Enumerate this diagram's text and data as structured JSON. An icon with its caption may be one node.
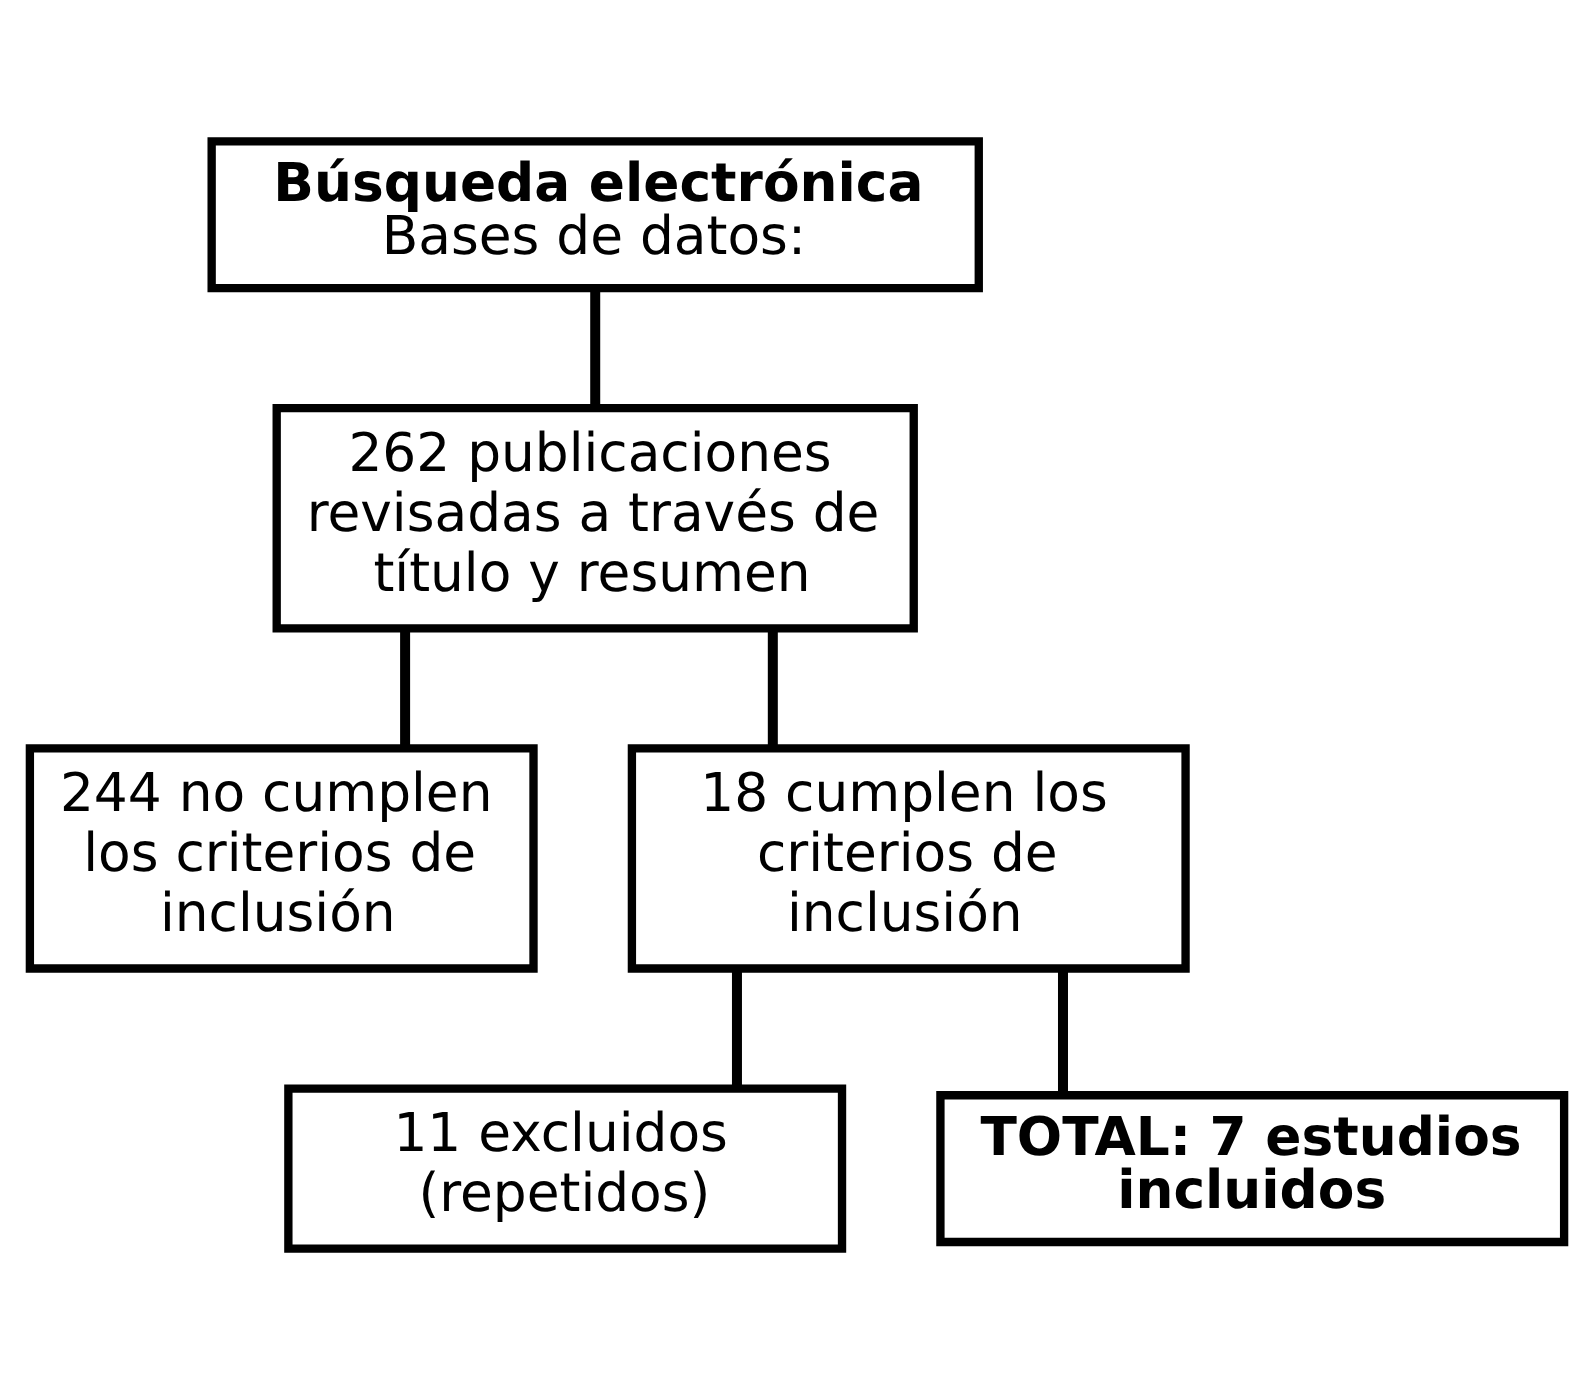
{
  "diagram": {
    "nodes": [
      {
        "text": [
          "Búsqueda electrónica",
          "Bases de datos:"
        ]
      },
      {
        "text": [
          "262 publicaciones revisadas a través de título y resumen"
        ]
      },
      {
        "text": [
          "244 no cumplen los criterios de inclusión"
        ]
      },
      {
        "text": [
          "18 cumplen los criterios de inclusión"
        ]
      },
      {
        "text": [
          "11 excluidos (repetidos)"
        ]
      },
      {
        "text": [
          "TOTAL: 7 estudios incluidos"
        ]
      }
    ],
    "edges": [
      {
        "from": 0,
        "to": 1,
        "arrow": "none"
      },
      {
        "from": 1,
        "to": 2,
        "arrow": "none"
      },
      {
        "from": 1,
        "to": 3,
        "arrow": "none"
      },
      {
        "from": 3,
        "to": 4,
        "arrow": "none"
      },
      {
        "from": 3,
        "to": 5,
        "arrow": "none"
      }
    ]
  }
}
